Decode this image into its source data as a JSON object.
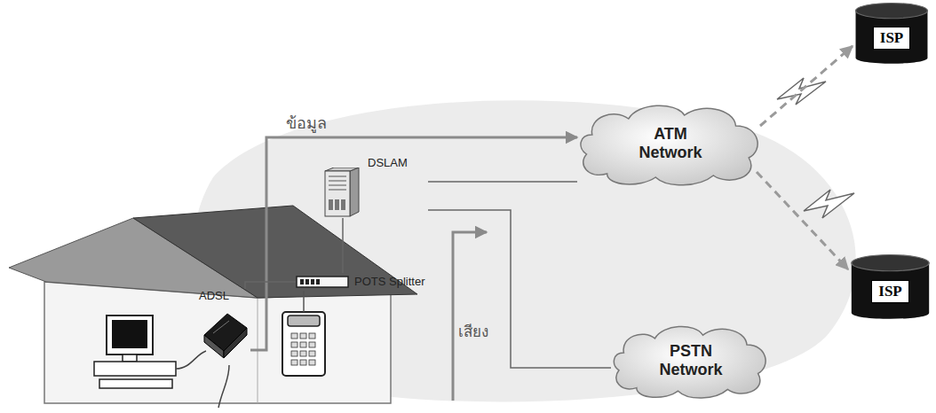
{
  "diagram": {
    "nodes": [
      {
        "text": [
          "ISP"
        ]
      },
      {
        "text": [
          "DSLAM"
        ]
      },
      {
        "text": [
          "ATM Network"
        ]
      },
      {
        "text": [
          "POTS Splitter"
        ]
      },
      {
        "text": [
          "ADSL"
        ]
      },
      {
        "text": [
          "ISP"
        ]
      },
      {
        "text": [
          "PSTN Network"
        ]
      }
    ],
    "edges": [
      {
        "from": 4,
        "to": 2,
        "arrow": "to",
        "label": "ข้อมูล"
      },
      {
        "from": 4,
        "to": 3,
        "arrow": "none"
      },
      {
        "from": 3,
        "to": 1,
        "arrow": "none"
      },
      {
        "from": 1,
        "to": 2,
        "arrow": "none"
      },
      {
        "from": 1,
        "to": 6,
        "arrow": "none"
      },
      {
        "from": 2,
        "to": 0,
        "arrow": "to"
      },
      {
        "from": 2,
        "to": 5,
        "arrow": "to"
      }
    ],
    "labels": [
      "เสียง"
    ]
  }
}
